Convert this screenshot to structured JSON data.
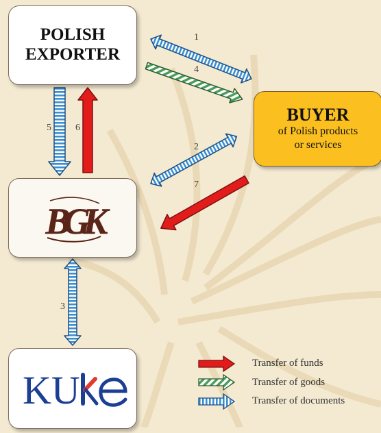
{
  "nodes": {
    "exporter": {
      "line1": "POLISH",
      "line2": "EXPORTER"
    },
    "buyer": {
      "title": "BUYER",
      "line1": "of Polish products",
      "line2": "or services"
    },
    "bank": {
      "logo_text": "BGK"
    },
    "kuke": {
      "logo_text": "KUKE"
    }
  },
  "flows": [
    {
      "id": "1",
      "label": "1",
      "type": "documents"
    },
    {
      "id": "2",
      "label": "2",
      "type": "documents"
    },
    {
      "id": "3",
      "label": "3",
      "type": "documents"
    },
    {
      "id": "4",
      "label": "4",
      "type": "goods"
    },
    {
      "id": "5",
      "label": "5",
      "type": "documents"
    },
    {
      "id": "6",
      "label": "6",
      "type": "funds"
    },
    {
      "id": "7",
      "label": "7",
      "type": "funds"
    }
  ],
  "legend": {
    "funds": "Transfer of funds",
    "goods": "Transfer of goods",
    "documents": "Transfer of documents"
  },
  "colors": {
    "funds": "#e21b1b",
    "goods": "#4a9e5a",
    "documents": "#3a8fd0",
    "buyer_fill": "#fbbf1f",
    "kuke_blue": "#1c3f94",
    "kuke_red": "#e23a2e",
    "bank_brown": "#5a2418"
  }
}
